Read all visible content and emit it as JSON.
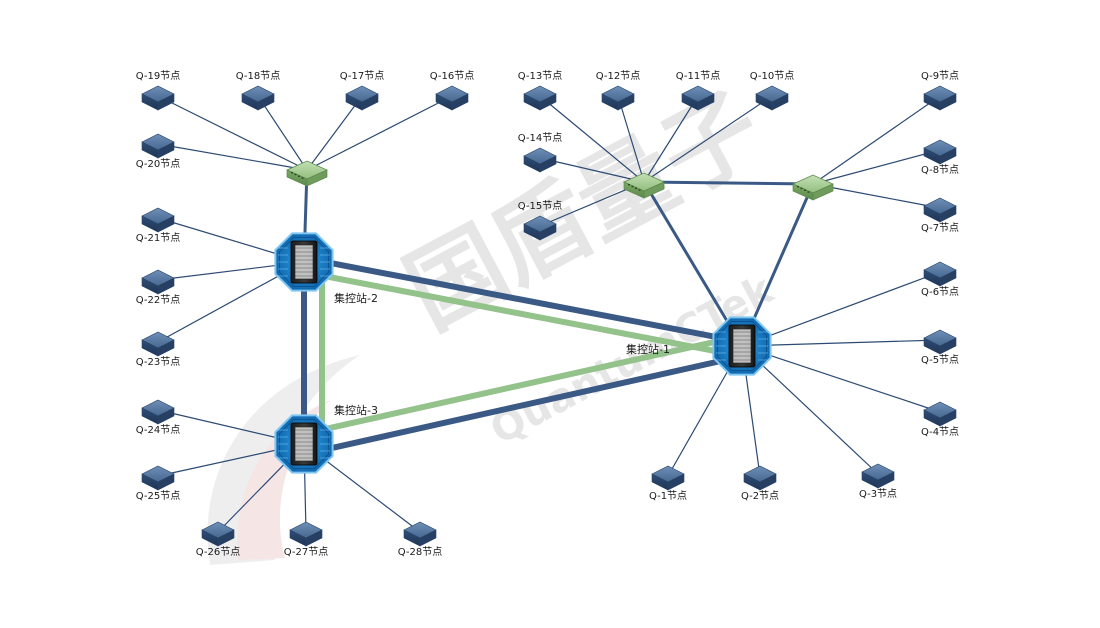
{
  "watermark": {
    "brand_cn": "国盾量子",
    "brand_en": "QuantumCTek"
  },
  "stations": [
    {
      "id": "station-1",
      "label": "集控站-1"
    },
    {
      "id": "station-2",
      "label": "集控站-2"
    },
    {
      "id": "station-3",
      "label": "集控站-3"
    }
  ],
  "switches": [
    {
      "id": "switch-a"
    },
    {
      "id": "switch-b"
    },
    {
      "id": "switch-c"
    }
  ],
  "nodes": [
    {
      "id": "q1",
      "label": "Q-1节点"
    },
    {
      "id": "q2",
      "label": "Q-2节点"
    },
    {
      "id": "q3",
      "label": "Q-3节点"
    },
    {
      "id": "q4",
      "label": "Q-4节点"
    },
    {
      "id": "q5",
      "label": "Q-5节点"
    },
    {
      "id": "q6",
      "label": "Q-6节点"
    },
    {
      "id": "q7",
      "label": "Q-7节点"
    },
    {
      "id": "q8",
      "label": "Q-8节点"
    },
    {
      "id": "q9",
      "label": "Q-9节点"
    },
    {
      "id": "q10",
      "label": "Q-10节点"
    },
    {
      "id": "q11",
      "label": "Q-11节点"
    },
    {
      "id": "q12",
      "label": "Q-12节点"
    },
    {
      "id": "q13",
      "label": "Q-13节点"
    },
    {
      "id": "q14",
      "label": "Q-14节点"
    },
    {
      "id": "q15",
      "label": "Q-15节点"
    },
    {
      "id": "q16",
      "label": "Q-16节点"
    },
    {
      "id": "q17",
      "label": "Q-17节点"
    },
    {
      "id": "q18",
      "label": "Q-18节点"
    },
    {
      "id": "q19",
      "label": "Q-19节点"
    },
    {
      "id": "q20",
      "label": "Q-20节点"
    },
    {
      "id": "q21",
      "label": "Q-21节点"
    },
    {
      "id": "q22",
      "label": "Q-22节点"
    },
    {
      "id": "q23",
      "label": "Q-23节点"
    },
    {
      "id": "q24",
      "label": "Q-24节点"
    },
    {
      "id": "q25",
      "label": "Q-25节点"
    },
    {
      "id": "q26",
      "label": "Q-26节点"
    },
    {
      "id": "q27",
      "label": "Q-27节点"
    },
    {
      "id": "q28",
      "label": "Q-28节点"
    }
  ],
  "links": [
    {
      "from": "station-2",
      "to": "station-1",
      "kind": "trunk"
    },
    {
      "from": "station-3",
      "to": "station-1",
      "kind": "trunk"
    },
    {
      "from": "station-2",
      "to": "station-3",
      "kind": "trunk"
    },
    {
      "from": "station-2",
      "to": "station-1",
      "kind": "quantum"
    },
    {
      "from": "station-3",
      "to": "station-1",
      "kind": "quantum"
    },
    {
      "from": "station-2",
      "to": "station-3",
      "kind": "quantum"
    },
    {
      "from": "switch-b",
      "to": "switch-c",
      "kind": "trunk"
    },
    {
      "from": "switch-b",
      "to": "station-1",
      "kind": "trunk"
    },
    {
      "from": "switch-c",
      "to": "station-1",
      "kind": "trunk"
    },
    {
      "from": "switch-a",
      "to": "station-2",
      "kind": "trunk"
    }
  ],
  "colors": {
    "trunk": "#3a5a85",
    "quantum": "#93c28a",
    "access": "#2c4a73",
    "switch": "#8dbd7a",
    "node": "#3c5f8c"
  }
}
